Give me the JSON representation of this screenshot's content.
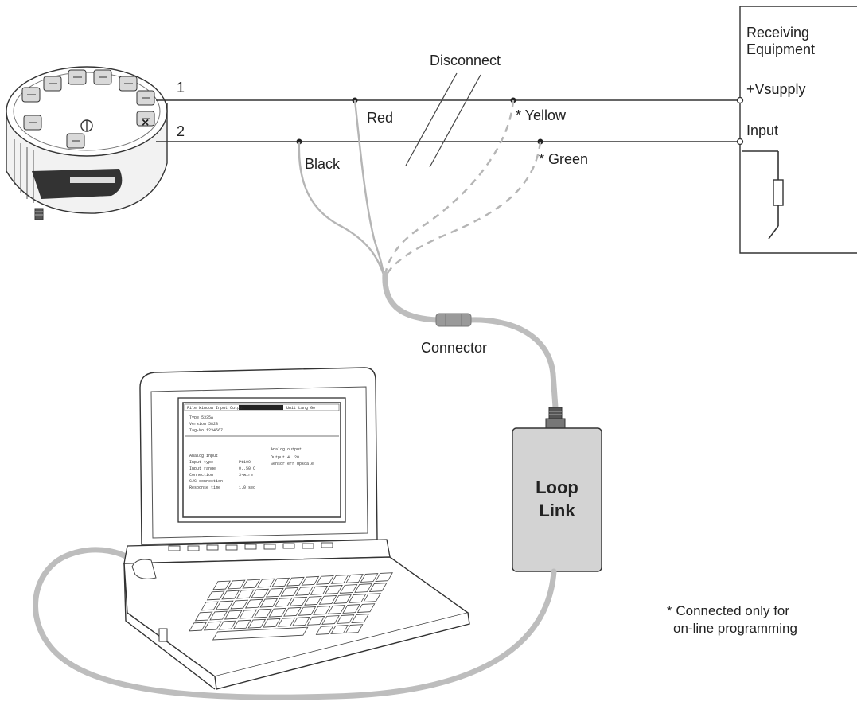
{
  "labels": {
    "terminal_1": "1",
    "terminal_2": "2",
    "disconnect": "Disconnect",
    "red": "Red",
    "black": "Black",
    "yellow": "* Yellow",
    "green": "* Green",
    "receiving_line1": "Receiving",
    "receiving_line2": "Equipment",
    "vsupply": "+Vsupply",
    "input": "Input",
    "connector": "Connector",
    "loop_link_line1": "Loop",
    "loop_link_line2": "Link",
    "note_line1": "* Connected only for",
    "note_line2": "on-line programming"
  },
  "colors": {
    "lead_gray": "#b5b5b5",
    "cable_gray": "#bdbdbd",
    "loop_link_fill": "#d3d3d3",
    "line": "#333333"
  },
  "icons": {
    "transmitter": "transmitter-head-icon",
    "laptop": "laptop-icon",
    "resistor": "resistor-icon",
    "ground": "ground-icon"
  }
}
